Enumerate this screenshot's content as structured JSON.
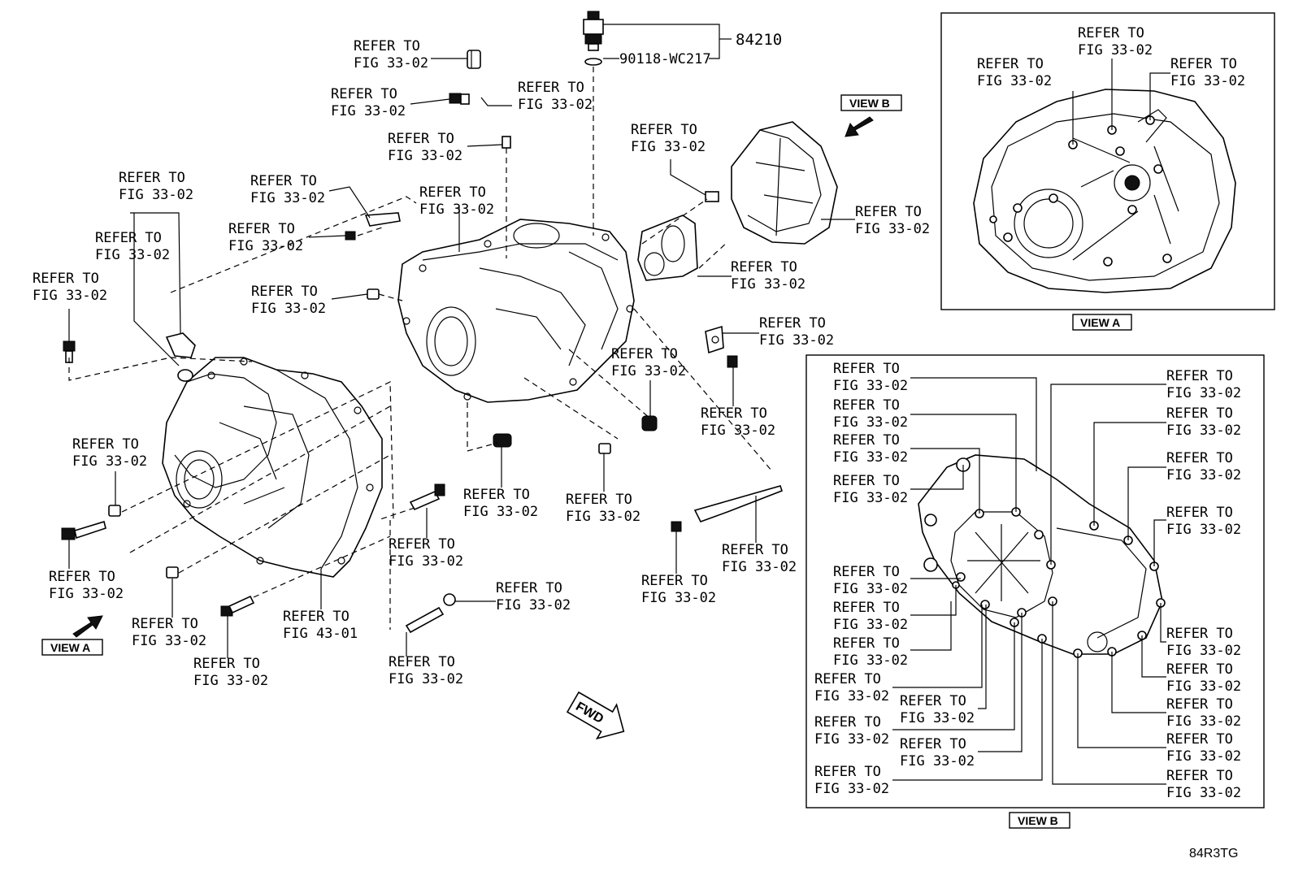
{
  "part_numbers": {
    "sensor": "84210",
    "gasket": "90118-WC217"
  },
  "refer_line1": "REFER TO",
  "refer_fig_33": "FIG 33-02",
  "refer_fig_43": "FIG 43-01",
  "views": {
    "view_a": "VIEW A",
    "view_b": "VIEW B"
  },
  "fwd": "FWD",
  "diagram_code": "84R3TG"
}
